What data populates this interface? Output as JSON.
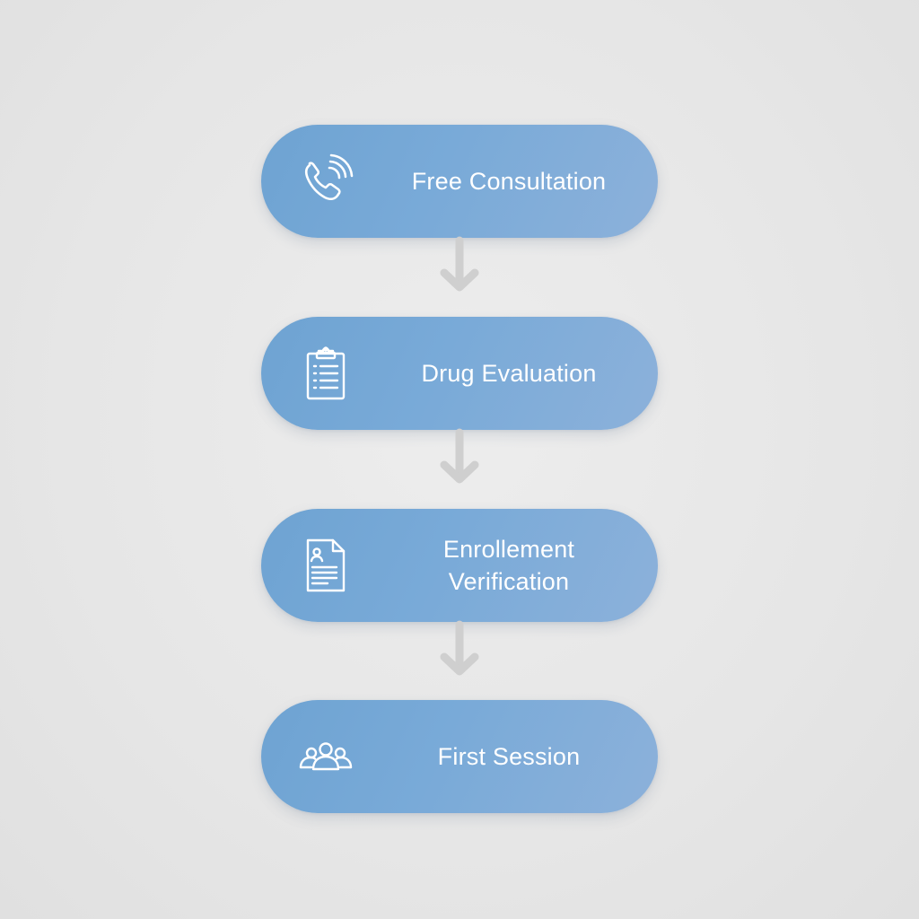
{
  "flowchart": {
    "steps": [
      {
        "label": "Free Consultation",
        "icon": "phone-icon"
      },
      {
        "label": "Drug Evaluation",
        "icon": "clipboard-icon"
      },
      {
        "label": "Enrollement\nVerification",
        "icon": "document-profile-icon"
      },
      {
        "label": "First Session",
        "icon": "group-icon"
      }
    ],
    "connector": "arrow-down",
    "colors": {
      "background": "#e6e6e6",
      "step_fill_start": "#6ea3d2",
      "step_fill_end": "#8cb1da",
      "step_text": "#ffffff",
      "arrow": "#cfcfcf"
    }
  }
}
